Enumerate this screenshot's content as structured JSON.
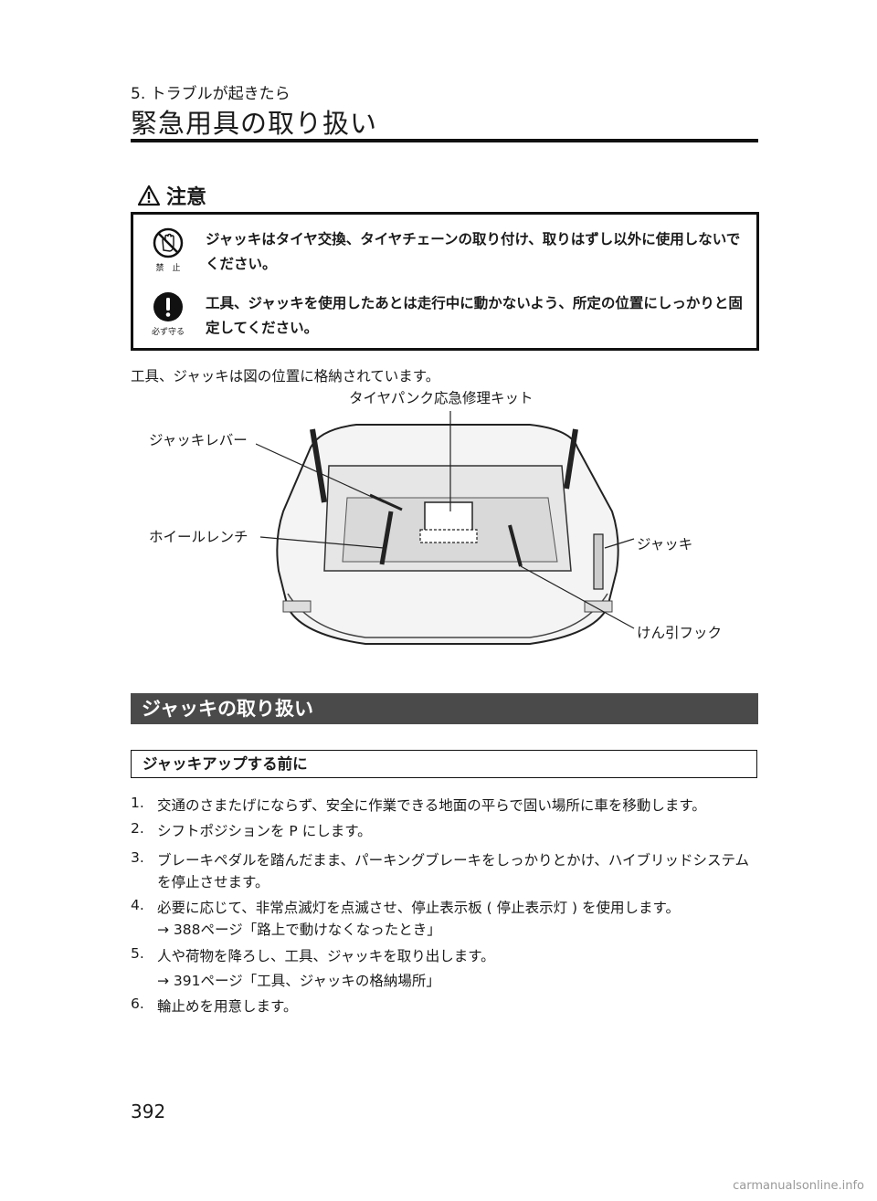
{
  "header": {
    "chapter": "5. トラブルが起きたら",
    "title": "緊急用具の取り扱い"
  },
  "caution": {
    "heading": "注意",
    "items": [
      {
        "icon": "prohibition-hand-icon",
        "icon_label": "禁　止",
        "text": "ジャッキはタイヤ交換、タイヤチェーンの取り付け、取りはずし以外に使用しないでください。"
      },
      {
        "icon": "exclamation-icon",
        "icon_label": "必ず守る",
        "text": "工具、ジャッキを使用したあとは走行中に動かないよう、所定の位置にしっかりと固定してください。"
      }
    ]
  },
  "intro": "工具、ジャッキは図の位置に格納されています。",
  "diagram": {
    "labels": {
      "repair_kit": "タイヤパンク応急修理キット",
      "jack_lever": "ジャッキレバー",
      "wheel_wrench": "ホイールレンチ",
      "jack": "ジャッキ",
      "tow_hook": "けん引フック"
    }
  },
  "section": "ジャッキの取り扱い",
  "subsection": "ジャッキアップする前に",
  "steps": [
    {
      "num": "1.",
      "text": "交通のさまたげにならず、安全に作業できる地面の平らで固い場所に車を移動します。"
    },
    {
      "num": "2.",
      "text": "シフトポジションを P にします。"
    },
    {
      "num": "3.",
      "text": "ブレーキペダルを踏んだまま、パーキングブレーキをしっかりとかけ、ハイブリッドシステムを停止させます。"
    },
    {
      "num": "4.",
      "text": "必要に応じて、非常点滅灯を点滅させ、停止表示板 ( 停止表示灯 ) を使用します。",
      "ref": "→ 388ページ「路上で動けなくなったとき」"
    },
    {
      "num": "5.",
      "text": "人や荷物を降ろし、工具、ジャッキを取り出します。",
      "ref": "→ 391ページ「工具、ジャッキの格納場所」"
    },
    {
      "num": "6.",
      "text": "輪止めを用意します。"
    }
  ],
  "page_number": "392",
  "footer": "carmanualsonline.info"
}
